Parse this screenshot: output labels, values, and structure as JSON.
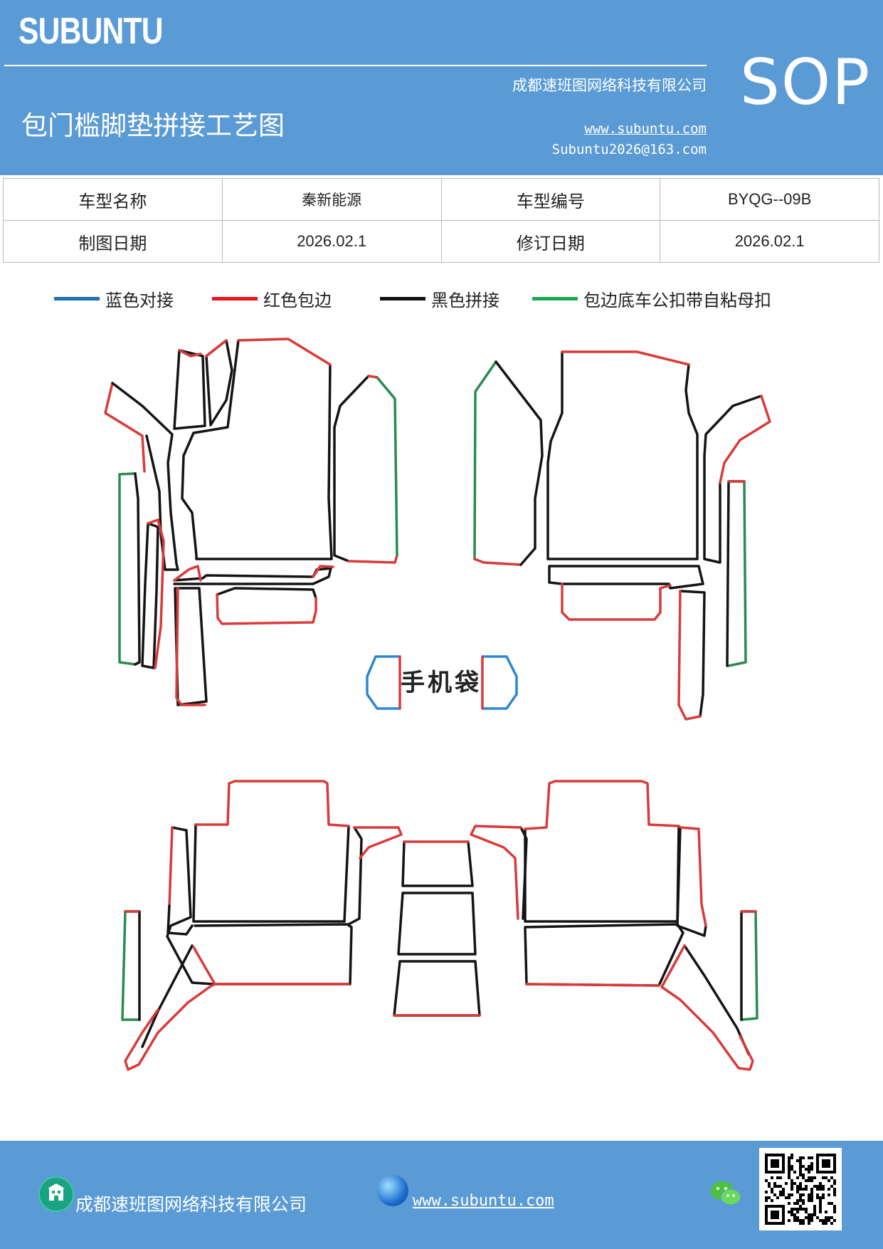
{
  "header": {
    "brand": "SUBUNTU",
    "sop": "SOP",
    "company": "成都速班图网络科技有限公司",
    "title": "包门槛脚垫拼接工艺图",
    "website": "www.subuntu.com",
    "email": "Subuntu2026@163.com"
  },
  "info_table": {
    "row1": {
      "label1": "车型名称",
      "value1": "秦新能源",
      "label2": "车型编号",
      "value2": "BYQG--09B"
    },
    "row2": {
      "label1": "制图日期",
      "value1": "2026.02.1",
      "label2": "修订日期",
      "value2": "2026.02.1"
    }
  },
  "legend": [
    {
      "label": "蓝色对接",
      "color": "#1f6fb5"
    },
    {
      "label": "红色包边",
      "color": "#e8141c"
    },
    {
      "label": "黑色拼接",
      "color": "#111111"
    },
    {
      "label": "包边底车公扣带自粘母扣",
      "color": "#1fa84f"
    }
  ],
  "diagram": {
    "phone_bag_label": "手机袋",
    "colors": {
      "blue": "#2b86d3",
      "red": "#d93a3a",
      "black": "#141414",
      "green": "#2c8a4e"
    }
  },
  "footer": {
    "company": "成都速班图网络科技有限公司",
    "website": "www.subuntu.com",
    "building_icon": "building-icon",
    "globe_icon": "globe-icon",
    "wechat_icon": "wechat-icon",
    "qr_icon": "qr-code"
  }
}
